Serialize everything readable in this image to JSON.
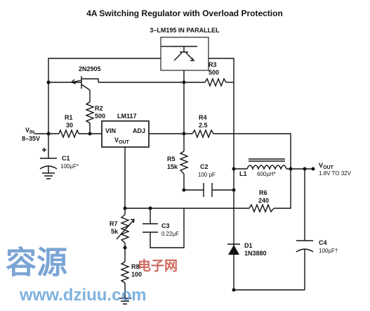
{
  "title": "4A Switching Regulator with Overload Protection",
  "colors": {
    "ink": "#111111",
    "watermark_blue": "#4f86c6",
    "watermark_red": "#c0392b",
    "watermark_url": "#5fa0d8"
  },
  "components": {
    "transistor_array": "3–LM195 IN PARALLEL",
    "q_pnp": "2N2905",
    "ic": {
      "name": "LM117",
      "vin": "VIN",
      "vout_v": "V",
      "vout_sub": "OUT",
      "adj": "ADJ"
    },
    "r1": {
      "ref": "R1",
      "val": "30"
    },
    "r2": {
      "ref": "R2",
      "val": "500"
    },
    "r3": {
      "ref": "R3",
      "val": "500"
    },
    "r4": {
      "ref": "R4",
      "val": "2.5"
    },
    "r5": {
      "ref": "R5",
      "val": "15k"
    },
    "r6": {
      "ref": "R6",
      "val": "240"
    },
    "r7": {
      "ref": "R7",
      "val": "5k"
    },
    "r8": {
      "ref": "R8",
      "val": "100"
    },
    "c1": {
      "ref": "C1",
      "val": "100µF*"
    },
    "c2": {
      "ref": "C2",
      "val": "100 pF"
    },
    "c3": {
      "ref": "C3",
      "val": "0.22µF"
    },
    "c4": {
      "ref": "C4",
      "val": "100µF†"
    },
    "l1": {
      "ref": "L1",
      "val": "600µH*"
    },
    "d1": {
      "ref": "D1",
      "val": "1N3880"
    }
  },
  "vin": {
    "v": "V",
    "sub": "IN",
    "range": "8–35V"
  },
  "vout": {
    "v": "V",
    "sub": "OUT",
    "range": "1.8V TO 32V"
  },
  "watermark": {
    "cn1": "容源",
    "cn2": "电子网",
    "url": "www.dziuu.com"
  }
}
